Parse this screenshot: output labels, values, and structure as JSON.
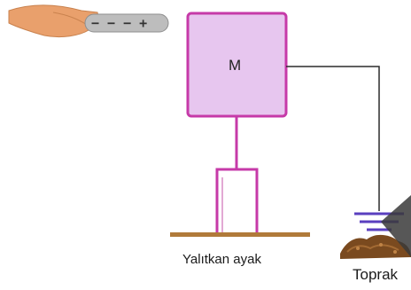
{
  "diagram": {
    "object_label": "M",
    "rod_charges": "− − − +",
    "stand_label": "Yalıtkan ayak",
    "ground_label": "Toprak",
    "colors": {
      "body_fill": "#e7c6ef",
      "body_stroke": "#c63aa8",
      "wire": "#2b2b2b",
      "rod": "#9a9a9a",
      "hand": "#e9a06c",
      "ground_symbol": "#5a3fbf",
      "table": "#b07a3a",
      "soil": "#7a4a1f"
    }
  }
}
